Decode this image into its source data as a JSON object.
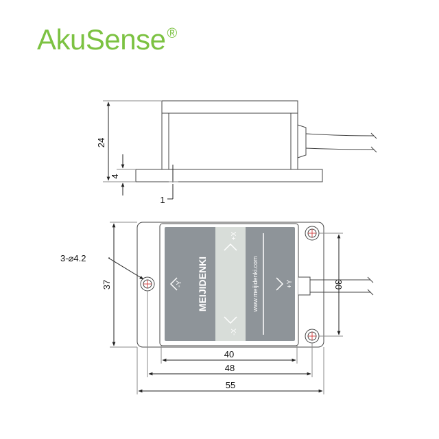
{
  "logo": {
    "brand": "AkuSense",
    "mark": "®",
    "color": "#7cc242"
  },
  "side_view": {
    "dimensions": {
      "height": "24",
      "flange_height": "4",
      "base_offset": "1"
    }
  },
  "top_view": {
    "label": {
      "brand": "MEIJIDENKI",
      "website": "www.meijidenki.com",
      "axis_plus_x": "+X",
      "axis_minus_x": "-X",
      "axis_plus_y": "+Y",
      "axis_minus_y": "-Y"
    },
    "callout": "3-⌀4.2",
    "dimensions": {
      "height": "37",
      "hole_spacing_vertical": "30",
      "label_width": "40",
      "hole_spacing_horizontal": "48",
      "overall_width": "55"
    }
  },
  "colors": {
    "label_dark": "#8e9499",
    "label_light": "#d8ddd9",
    "outline": "#444444",
    "hole_mark": "#cc2222"
  }
}
